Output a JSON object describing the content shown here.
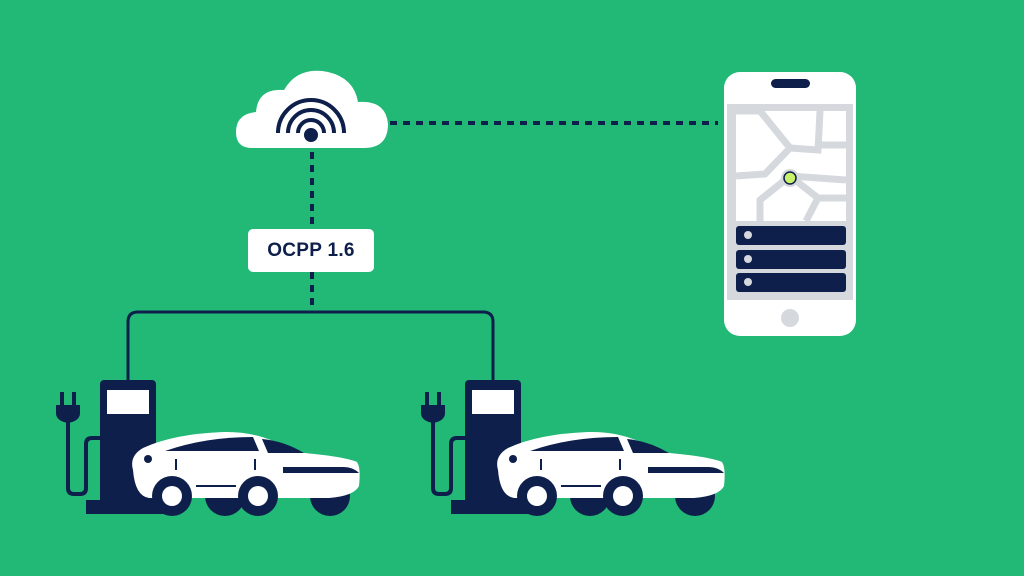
{
  "protocol_label": "OCPP 1.6",
  "colors": {
    "background": "#22B976",
    "navy": "#0D1F4A",
    "white": "#FFFFFF",
    "map_gray": "#D5D9DE",
    "location_dot": "#C9F26A"
  },
  "elements": {
    "cloud": "cloud-wifi-icon",
    "phone": "smartphone-map-app",
    "stations": [
      "charging-station-1",
      "charging-station-2"
    ]
  }
}
